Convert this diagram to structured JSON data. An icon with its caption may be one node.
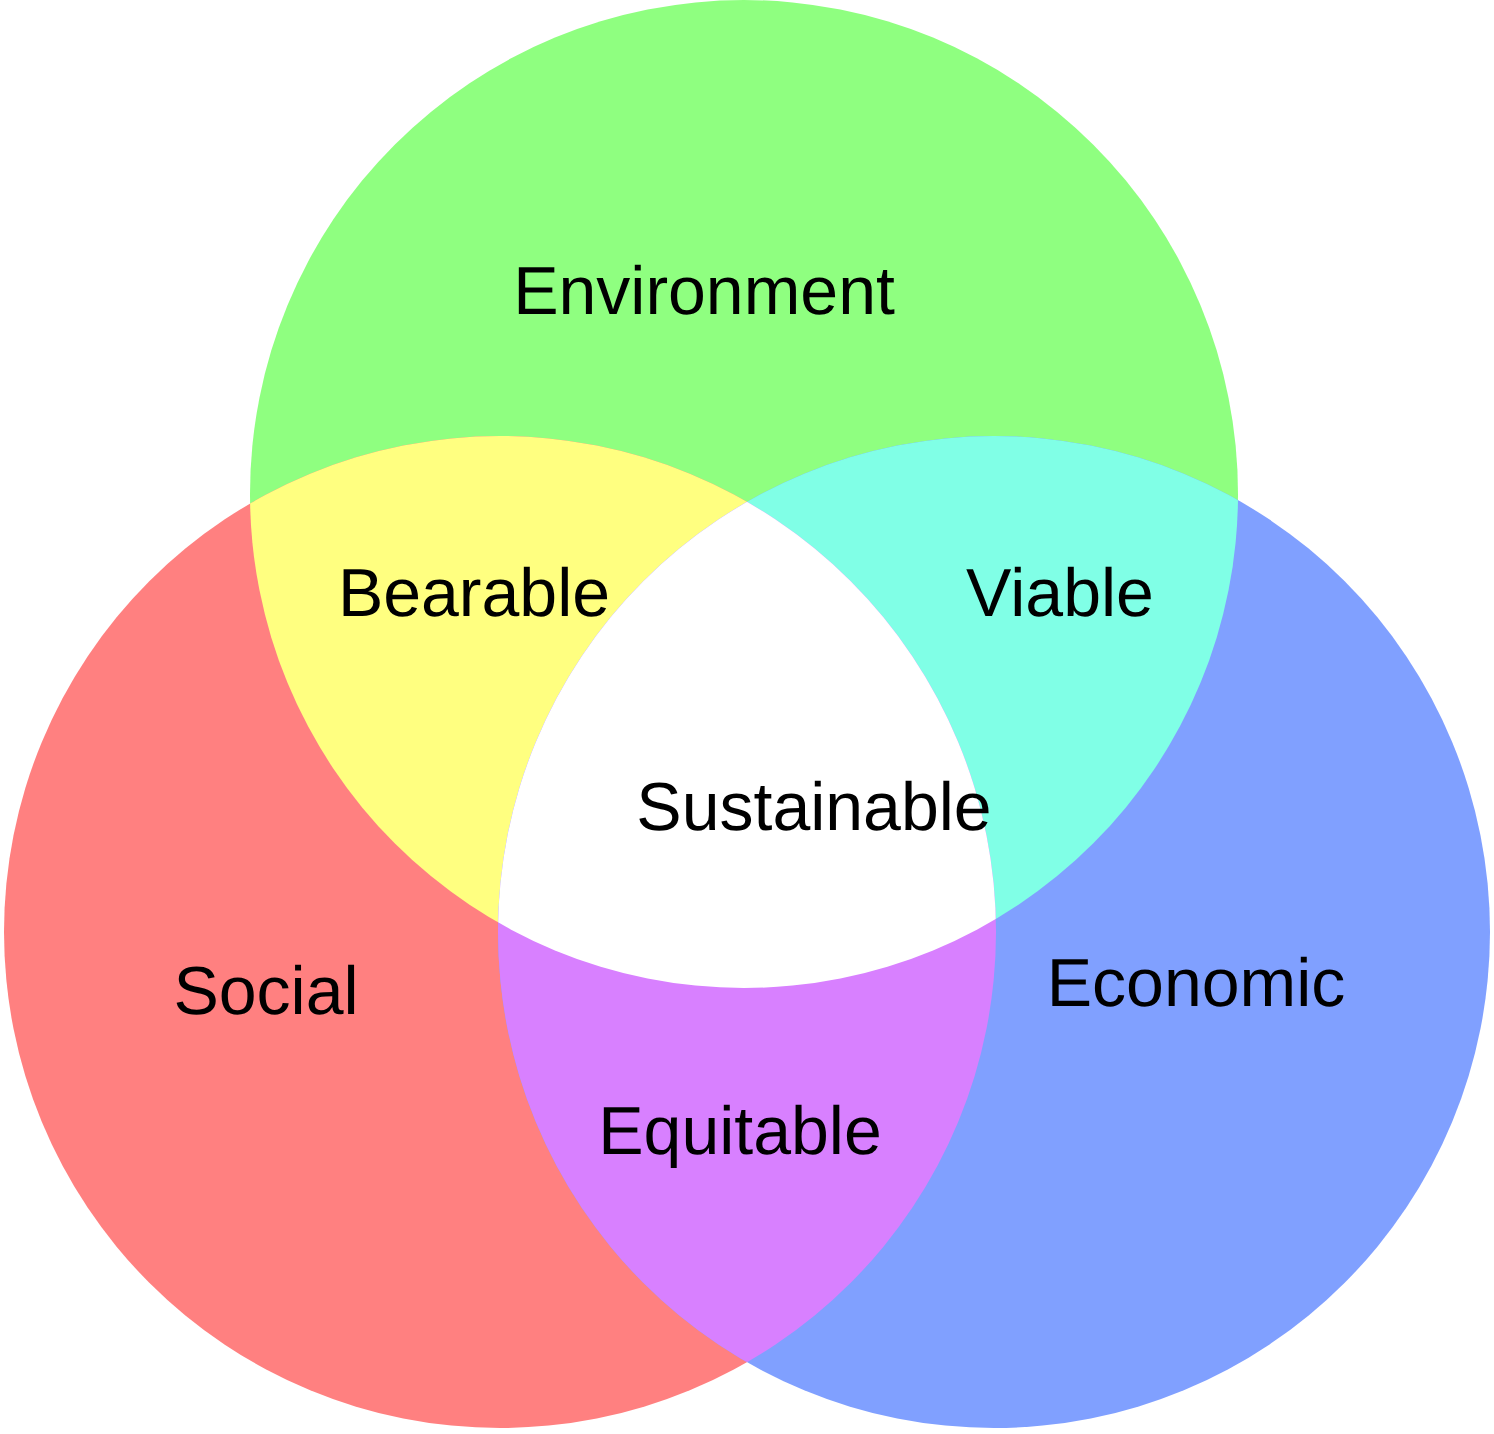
{
  "diagram": {
    "nodes": [
      {
        "text": [
          "Environment"
        ]
      },
      {
        "text": [
          "Social"
        ]
      },
      {
        "text": [
          "Economic"
        ]
      }
    ],
    "edges": [],
    "labels": [
      "Bearable",
      "Viable",
      "Sustainable",
      "Equitable"
    ]
  }
}
